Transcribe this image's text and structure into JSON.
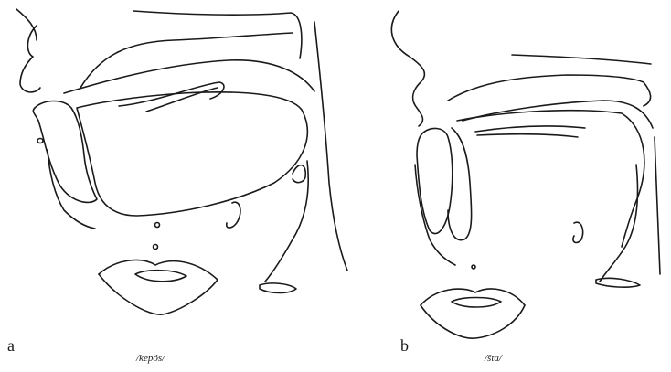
{
  "panels": [
    {
      "letter": "a",
      "caption": "/kepós/"
    },
    {
      "letter": "b",
      "caption": "/šta/"
    }
  ]
}
